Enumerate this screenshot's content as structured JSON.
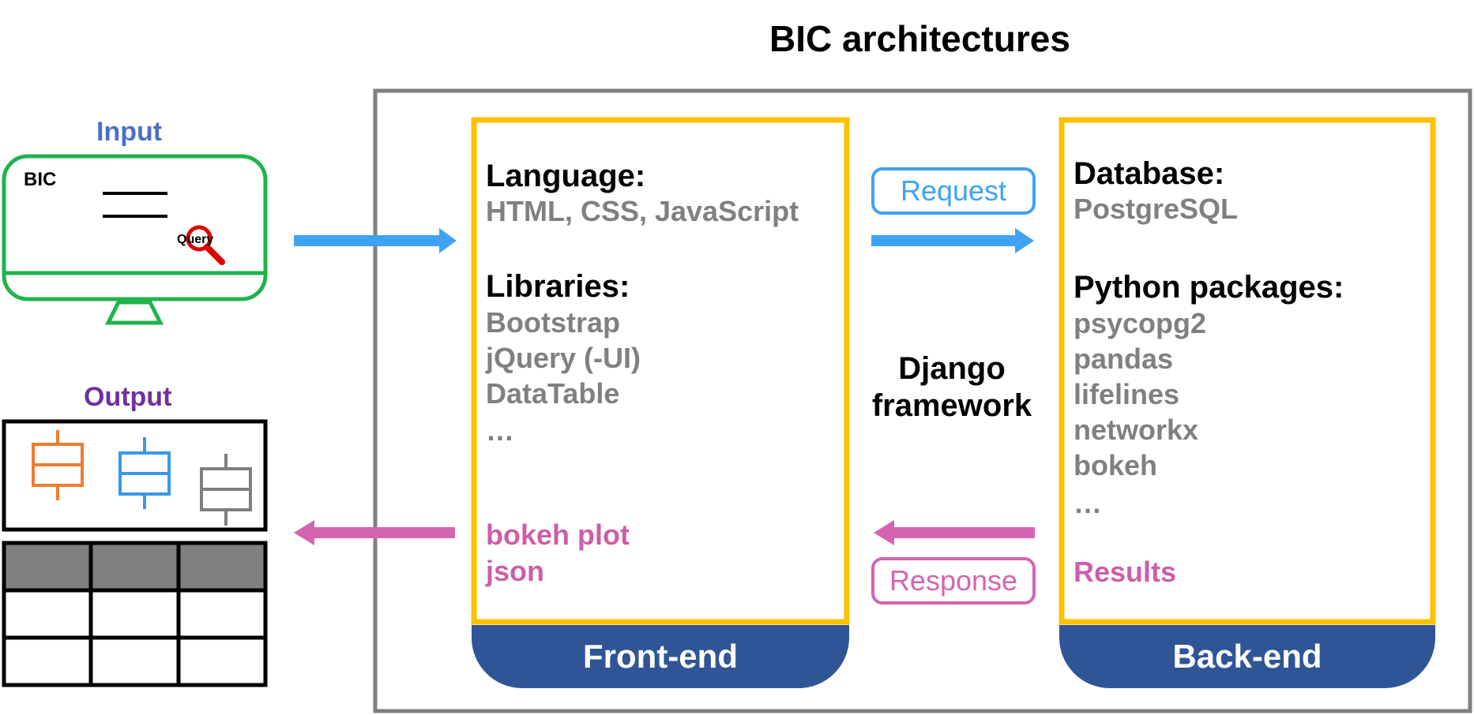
{
  "title": "BIC architectures",
  "input": {
    "heading": "Input",
    "monitor_label": "BIC",
    "query_label": "Query"
  },
  "output": {
    "heading": "Output"
  },
  "frontend": {
    "language_heading": "Language:",
    "language_items": "HTML, CSS, JavaScript",
    "libraries_heading": "Libraries:",
    "libraries_items": [
      "Bootstrap",
      "jQuery (-UI)",
      "DataTable",
      "…"
    ],
    "outputs": [
      "bokeh plot",
      "json"
    ],
    "banner": "Front-end"
  },
  "middle": {
    "request": "Request",
    "framework_line1": "Django",
    "framework_line2": "framework",
    "response": "Response"
  },
  "backend": {
    "database_heading": "Database:",
    "database_item": "PostgreSQL",
    "packages_heading": "Python packages:",
    "packages_items": [
      "psycopg2",
      "pandas",
      "lifelines",
      "networkx",
      "bokeh",
      "…"
    ],
    "results": "Results",
    "banner": "Back-end"
  },
  "colors": {
    "frame_yellow": "#ffc000",
    "banner_blue": "#2f5597",
    "arrow_blue": "#3fa3f5",
    "arrow_pink": "#d464b0",
    "monitor_green": "#1fb34c",
    "box_orange": "#ed7d31",
    "box_blue": "#3a97e8",
    "box_grey": "#7f7f7f",
    "table_header_grey": "#808080",
    "magnifier_red": "#e00000"
  }
}
